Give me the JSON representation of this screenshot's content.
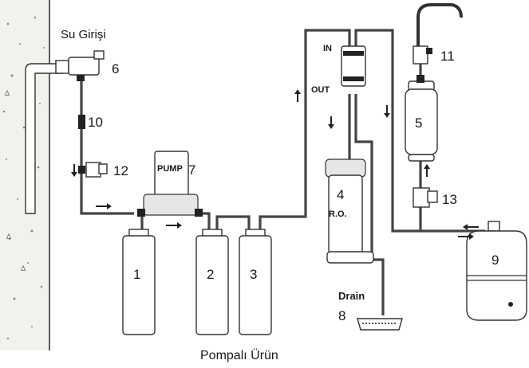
{
  "caption": "Pompalı Ürün",
  "labels": {
    "water_inlet": "Su Girişi",
    "pump": "PUMP",
    "ro_in": "IN",
    "ro_out": "OUT",
    "ro": "R.O.",
    "drain": "Drain"
  },
  "components": [
    {
      "number": "1"
    },
    {
      "number": "2"
    },
    {
      "number": "3"
    },
    {
      "number": "4"
    },
    {
      "number": "5"
    },
    {
      "number": "6"
    },
    {
      "number": "7"
    },
    {
      "number": "8"
    },
    {
      "number": "9"
    },
    {
      "number": "10"
    },
    {
      "number": "11"
    },
    {
      "number": "12"
    },
    {
      "number": "13"
    }
  ]
}
